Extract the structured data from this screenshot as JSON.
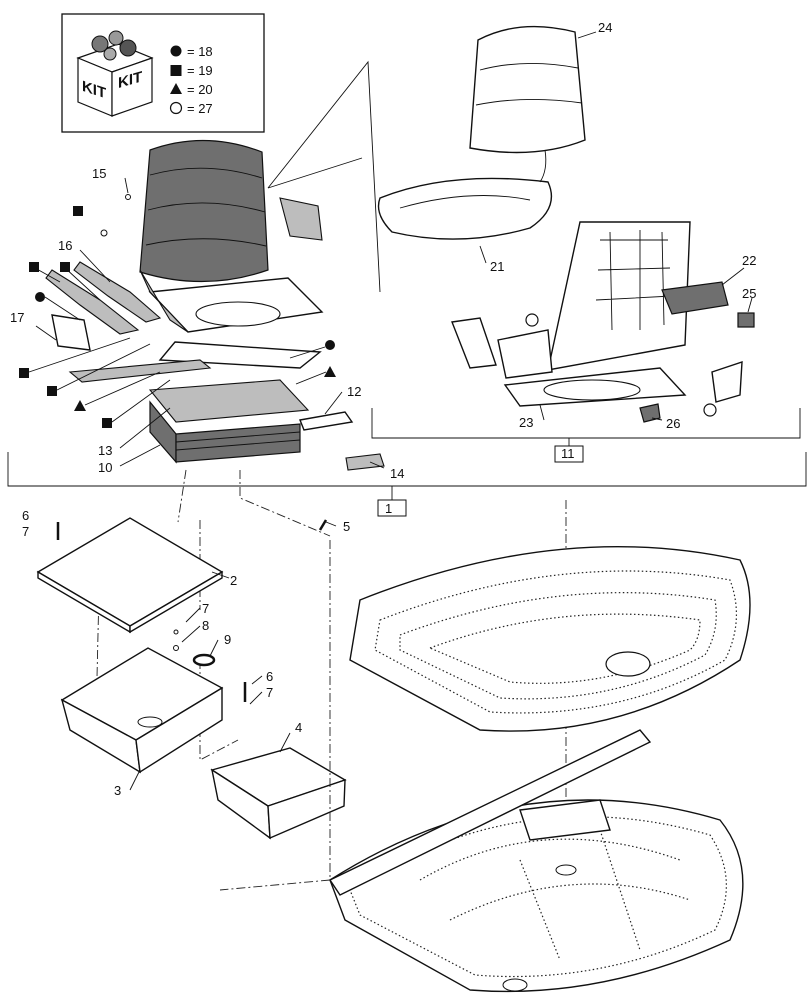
{
  "kit_legend": {
    "kit_word_left": "KIT",
    "kit_word_right": "KIT",
    "entries": [
      {
        "symbol": "circle-filled",
        "text": "= 18"
      },
      {
        "symbol": "square-filled",
        "text": "= 19"
      },
      {
        "symbol": "triangle-filled",
        "text": "= 20"
      },
      {
        "symbol": "circle-open",
        "text": "= 27"
      }
    ]
  },
  "callouts": {
    "c1": "1",
    "c2": "2",
    "c3": "3",
    "c4": "4",
    "c5": "5",
    "c6a": "6",
    "c6b": "6",
    "c7a": "7",
    "c7b": "7",
    "c7c": "7",
    "c8": "8",
    "c9": "9",
    "c10": "10",
    "c11": "11",
    "c12": "12",
    "c13": "13",
    "c14": "14",
    "c15": "15",
    "c16": "16",
    "c17": "17",
    "c21": "21",
    "c22": "22",
    "c23": "23",
    "c24": "24",
    "c25": "25",
    "c26": "26"
  },
  "colors": {
    "line": "#111111",
    "dark_fill": "#6f6f6f",
    "mid_fill": "#bdbdbd",
    "background": "#ffffff"
  }
}
